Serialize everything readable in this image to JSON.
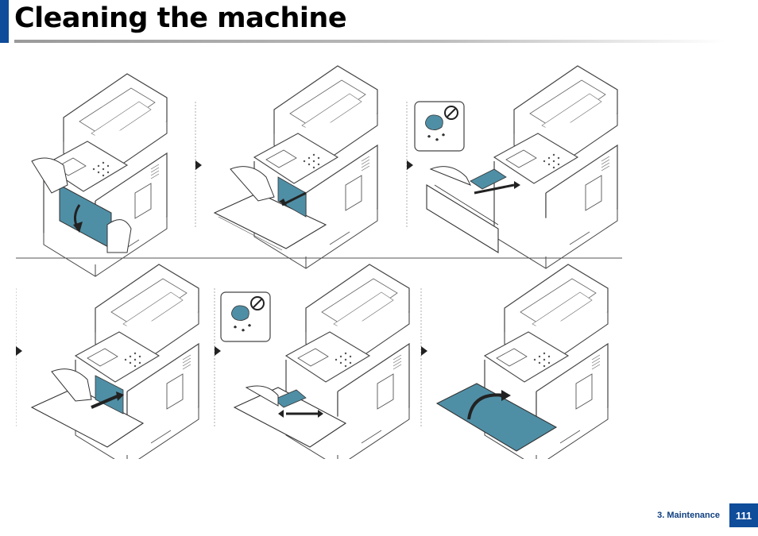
{
  "header": {
    "title": "Cleaning the machine"
  },
  "footer": {
    "section": "3. Maintenance",
    "page_number": "111"
  },
  "colors": {
    "accent": "#0f4c9a",
    "highlight": "#4f8fa6"
  }
}
